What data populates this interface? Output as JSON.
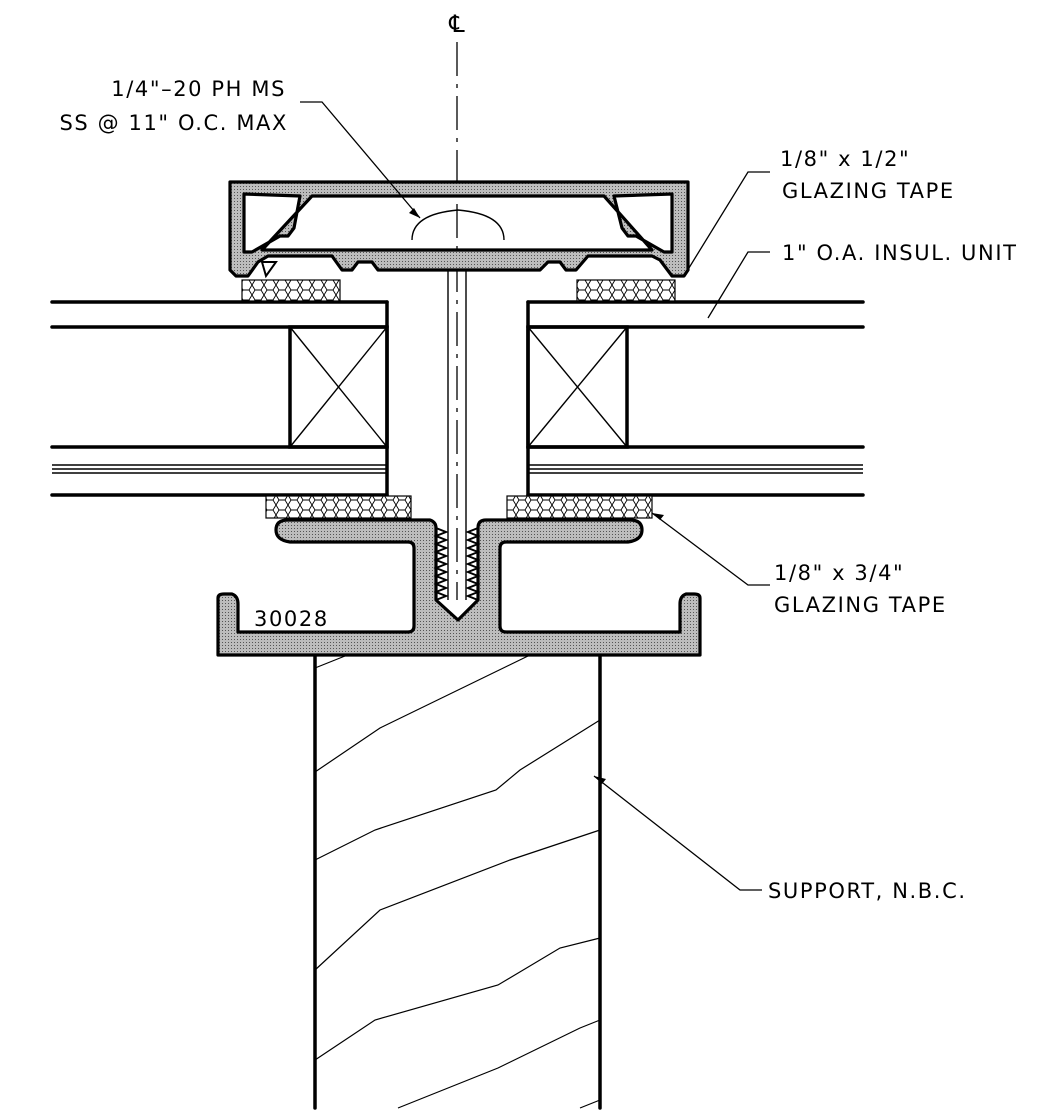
{
  "drawing": {
    "centerline_symbol": "℄",
    "part_number": "30028",
    "screw_label": {
      "line1": "1/4\"–20 PH MS",
      "line2": "SS @ 11\" O.C. MAX"
    },
    "top_tape_label": {
      "line1": "1/8\" x 1/2\"",
      "line2": "GLAZING TAPE"
    },
    "glass_label": "1\" O.A. INSUL. UNIT",
    "bottom_tape_label": {
      "line1": "1/8\" x 3/4\"",
      "line2": "GLAZING TAPE"
    },
    "support_label": "SUPPORT, N.B.C."
  }
}
